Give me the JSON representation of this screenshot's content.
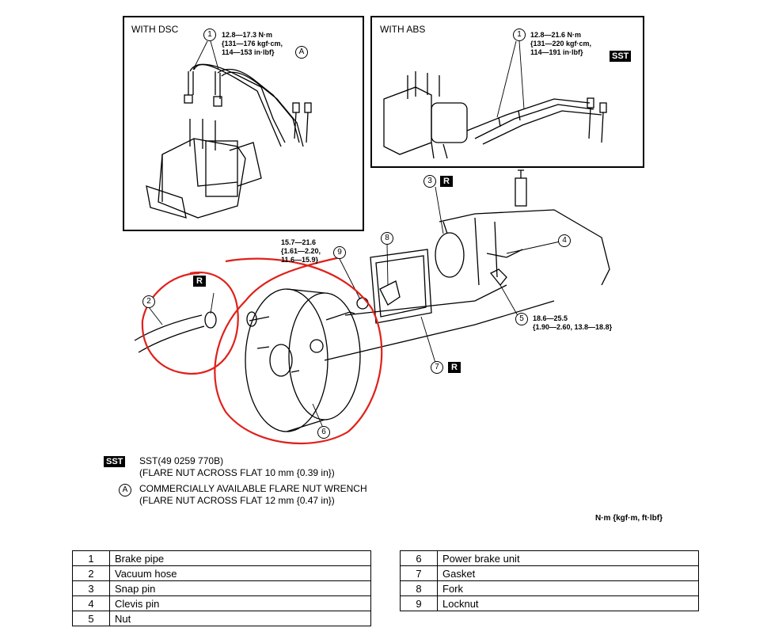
{
  "panels": {
    "dsc": {
      "title": "WITH DSC",
      "callout": "1",
      "spec": "12.8—17.3 N·m\n{131—176 kgf·cm,\n114—153 in·lbf}",
      "tool_badge": "A"
    },
    "abs": {
      "title": "WITH ABS",
      "callout": "1",
      "spec": "12.8—21.6 N·m\n{131—220 kgf·cm,\n114—191 in·lbf}",
      "tool_badge": "SST"
    }
  },
  "callouts": {
    "c2": "2",
    "c3": "3",
    "c4": "4",
    "c5": "5",
    "c6": "6",
    "c7": "7",
    "c8": "8",
    "c9": "9",
    "r_badge": "R"
  },
  "specs": {
    "locknut": "15.7—21.6\n{1.61—2.20,\n11.6—15.9}",
    "nut": "18.6—25.5\n{1.90—2.60, 13.8—18.8}"
  },
  "legend": {
    "sst_badge": "SST",
    "sst_text": "SST(49 0259 770B)\n(FLARE NUT ACROSS FLAT 10 mm {0.39 in})",
    "a_badge": "A",
    "a_text": "COMMERCIALLY AVAILABLE FLARE NUT WRENCH\n(FLARE NUT ACROSS FLAT 12 mm {0.47 in})",
    "units": "N·m {kgf·m, ft·lbf}"
  },
  "parts_left": [
    {
      "no": "1",
      "name": "Brake pipe"
    },
    {
      "no": "2",
      "name": "Vacuum hose"
    },
    {
      "no": "3",
      "name": "Snap pin"
    },
    {
      "no": "4",
      "name": "Clevis pin"
    },
    {
      "no": "5",
      "name": "Nut"
    }
  ],
  "parts_right": [
    {
      "no": "6",
      "name": "Power brake unit"
    },
    {
      "no": "7",
      "name": "Gasket"
    },
    {
      "no": "8",
      "name": "Fork"
    },
    {
      "no": "9",
      "name": "Locknut"
    }
  ]
}
